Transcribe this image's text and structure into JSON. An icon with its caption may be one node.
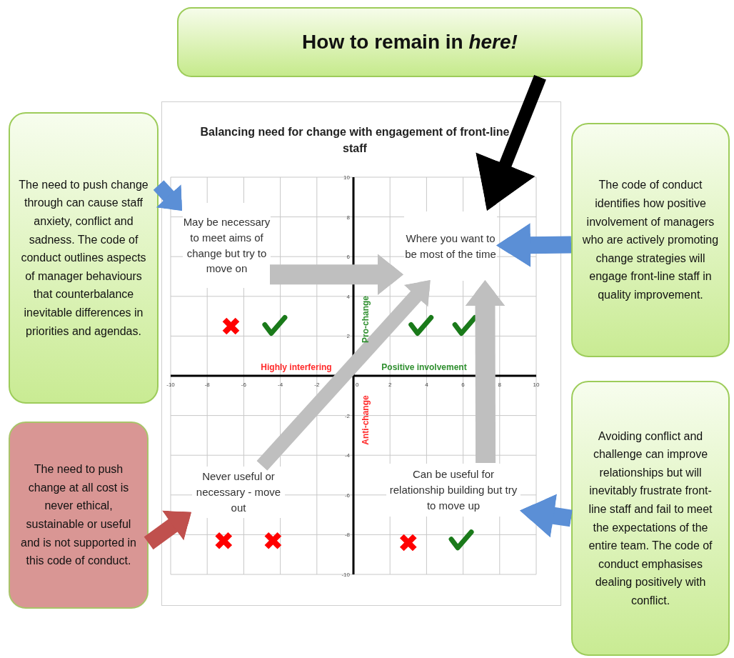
{
  "diagram": {
    "nodes": [
      {
        "text": [
          "How to remain in *here!*"
        ]
      },
      {
        "text": [
          "The need to push change through can cause staff anxiety, conflict and sadness. The code of conduct outlines aspects of manager behaviours that counterbalance inevitable differences in priorities and agendas."
        ]
      },
      {
        "text": [
          "The code of conduct identifies how positive involvement of managers who are actively promoting change strategies will engage front-line staff in quality improvement."
        ]
      },
      {
        "text": [
          "The need to push change at all cost is never ethical, sustainable or useful and is not supported in this code of conduct."
        ]
      },
      {
        "text": [
          "Avoiding conflict and challenge can improve relationships but will inevitably frustrate front-line staff and fail to meet the expectations of the entire team. The code of conduct emphasises dealing positively with conflict."
        ]
      },
      {
        "text": [
          "Balancing need for change with engagement of front-line staff"
        ]
      },
      {
        "text": [
          "May be necessary to meet aims of change but try to move on"
        ],
        "in": 5
      },
      {
        "text": [
          "Where you want to be most of the time"
        ],
        "in": 5
      },
      {
        "text": [
          "Never useful or necessary - move out"
        ],
        "in": 5
      },
      {
        "text": [
          "Can be useful for relationship building but try to move up"
        ],
        "in": 5
      }
    ],
    "edges": [
      {
        "from": 1,
        "to": 6,
        "arrow": "to",
        "color": "#5b8fd6"
      },
      {
        "from": 0,
        "to": 7,
        "arrow": "to",
        "color": "#000000"
      },
      {
        "from": 2,
        "to": 7,
        "arrow": "to",
        "color": "#5b8fd6"
      },
      {
        "from": 3,
        "to": 8,
        "arrow": "to",
        "color": "#c0504d"
      },
      {
        "from": 4,
        "to": 9,
        "arrow": "to",
        "color": "#5b8fd6"
      },
      {
        "from": 6,
        "to": 7,
        "arrow": "to",
        "color": "#bfbfbf"
      },
      {
        "from": 8,
        "to": 7,
        "arrow": "to",
        "color": "#bfbfbf"
      },
      {
        "from": 9,
        "to": 7,
        "arrow": "to",
        "color": "#bfbfbf"
      }
    ],
    "labels": [
      "Highly interfering",
      "Positive involvement",
      "Pro-change",
      "Anti-change"
    ],
    "chart_data": {
      "type": "scatter",
      "grid": true,
      "x": [
        -7.1,
        -6.7,
        -4.4,
        -4.3,
        3,
        3.7,
        5.9,
        6.1
      ],
      "xlim": [
        -10,
        10
      ],
      "ylim": [
        -10,
        10
      ],
      "xticks": [
        -10,
        -8,
        -6,
        -4,
        -2,
        0,
        2,
        4,
        6,
        8,
        10
      ],
      "yticks": [
        -10,
        -8,
        -6,
        -4,
        -2,
        2,
        4,
        6,
        8,
        10
      ],
      "series": [
        {
          "color": "#ff0000",
          "values": [
            -8.3,
            2.5,
            -8.3,
            null,
            -8.4,
            null,
            null,
            null
          ]
        },
        {
          "color": "#1a7a1a",
          "values": [
            null,
            null,
            null,
            2.5,
            null,
            2.5,
            -8.3,
            2.5
          ]
        }
      ]
    }
  }
}
